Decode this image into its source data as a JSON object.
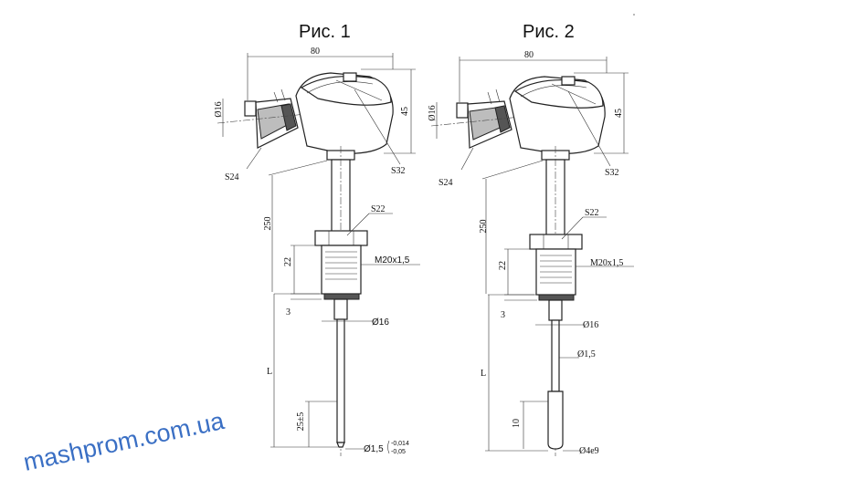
{
  "figures": [
    {
      "title": "Рис. 1",
      "dims": {
        "width": "80",
        "height": "45",
        "dia_cable": "Ø16",
        "nut_left": "S24",
        "nut_head": "S32",
        "length_top": "250",
        "nut_fitting": "S22",
        "thread": "M20x1,5",
        "fit_len": "22",
        "washer": "3",
        "dia_fitting": "Ø16",
        "length": "L",
        "tip_len": "25±5",
        "dia_tip": "Ø1,5",
        "tol_upper": "-0,014",
        "tol_lower": "-0,05"
      }
    },
    {
      "title": "Рис. 2",
      "dims": {
        "width": "80",
        "height": "45",
        "dia_cable": "Ø16",
        "nut_left": "S24",
        "nut_head": "S32",
        "length_top": "250",
        "nut_fitting": "S22",
        "thread": "M20x1,5",
        "fit_len": "22",
        "washer": "3",
        "dia_fitting": "Ø16",
        "dia_sheath": "Ø1,5",
        "length": "L",
        "tip_len": "10",
        "dia_tip": "Ø4e9"
      }
    }
  ],
  "watermark": "mashprom.com.ua",
  "colors": {
    "line": "#222222",
    "shade": "#bdbdbd",
    "watermark": "#3a6fc4"
  }
}
